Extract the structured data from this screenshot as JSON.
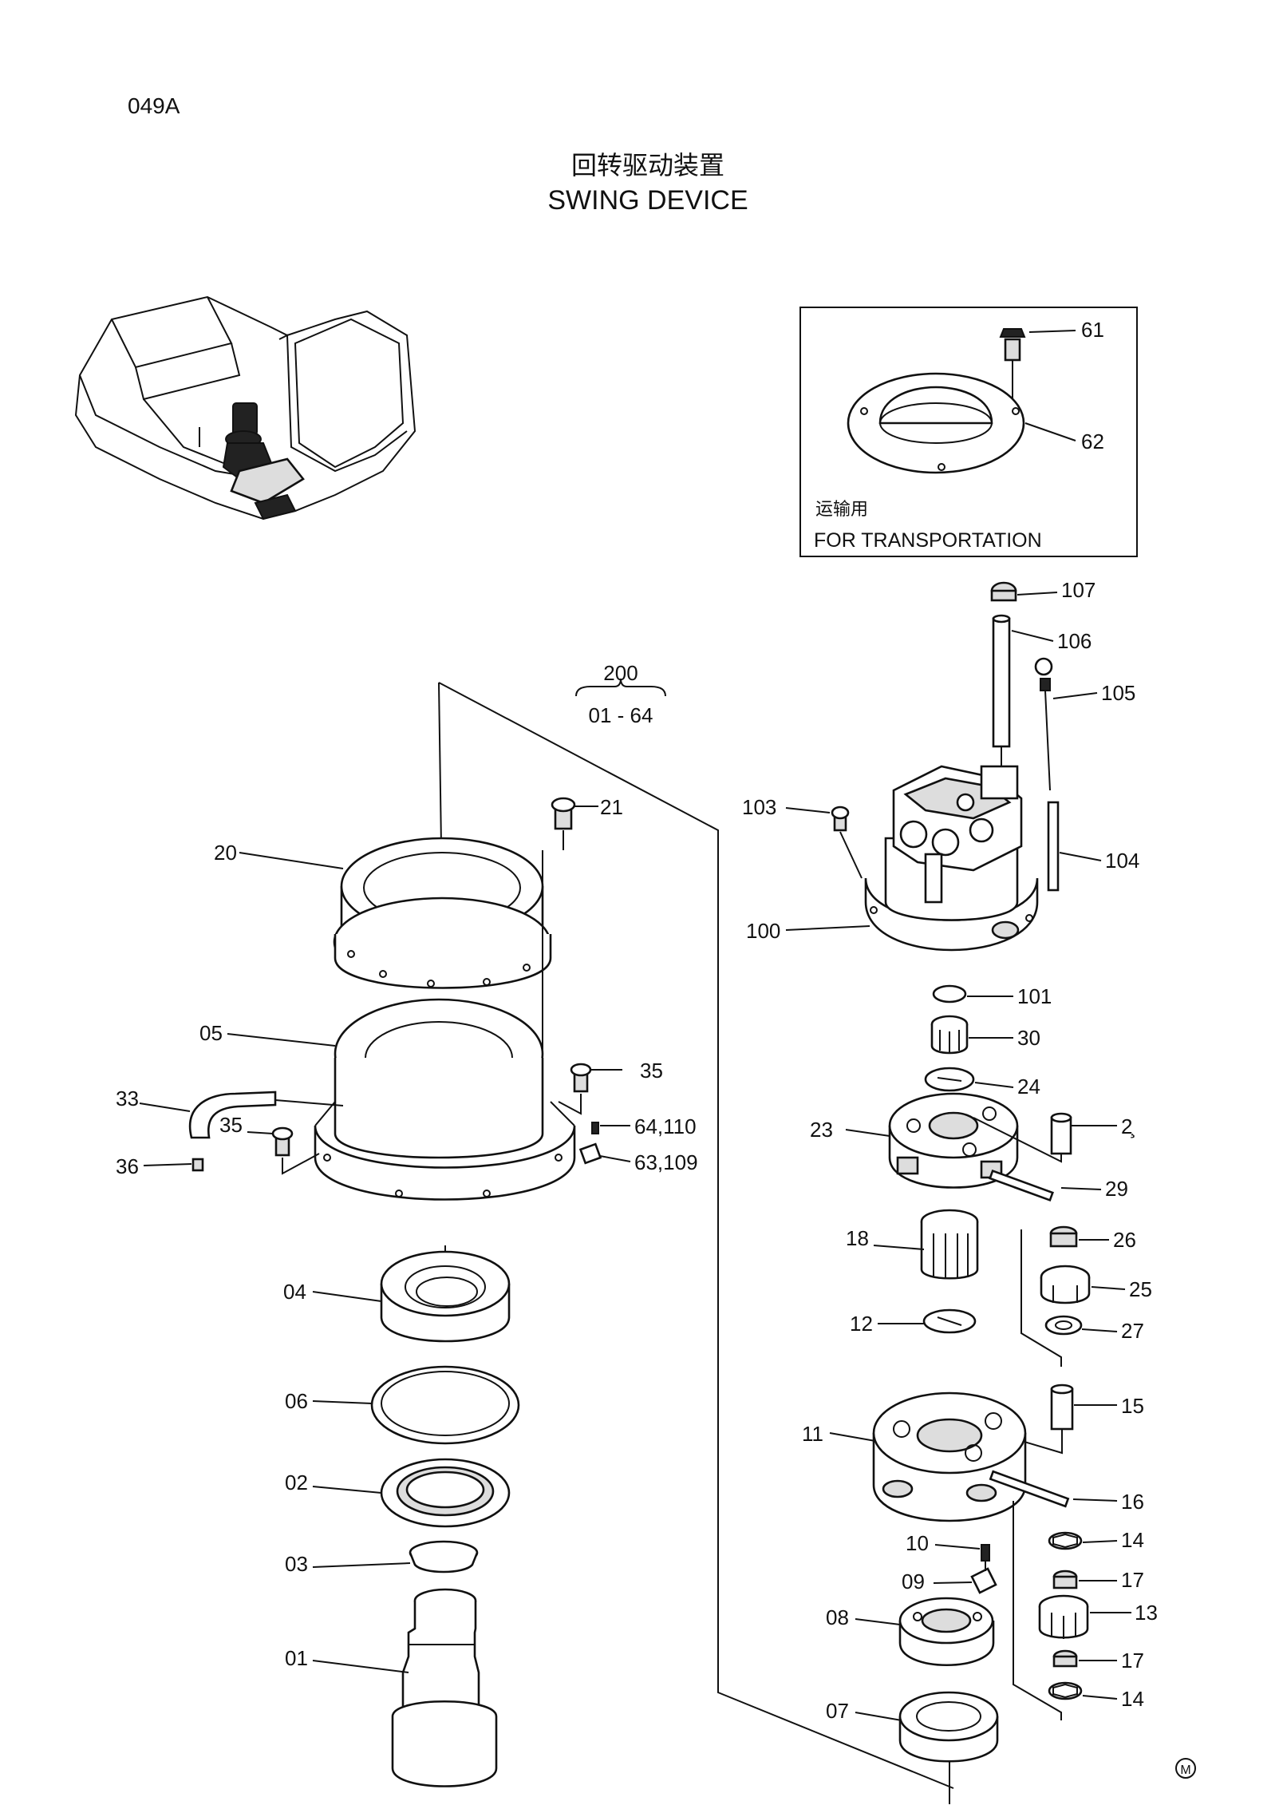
{
  "header": {
    "page_code": "049A",
    "title_cn": "回转驱动装置",
    "title_en": "SWING DEVICE",
    "mark": "M"
  },
  "inset": {
    "note_cn": "运输用",
    "note_en": "FOR TRANSPORTATION"
  },
  "assembly": {
    "number": "200",
    "range": "01 - 64"
  },
  "callouts": {
    "c61": "61",
    "c62": "62",
    "c107": "107",
    "c106": "106",
    "c105": "105",
    "c103": "103",
    "c104": "104",
    "c100": "100",
    "c101": "101",
    "c21": "21",
    "c20": "20",
    "c05": "05",
    "c35a": "35",
    "c33": "33",
    "c35b": "35",
    "c64110": "64,110",
    "c63109": "63,109",
    "c36": "36",
    "c30": "30",
    "c24": "24",
    "c23": "23",
    "c28": "2̧",
    "c29": "29",
    "c26": "26",
    "c18": "18",
    "c25": "25",
    "c12": "12",
    "c27": "27",
    "c04": "04",
    "c06": "06",
    "c02": "02",
    "c03": "03",
    "c01": "01",
    "c15": "15",
    "c11": "11",
    "c16": "16",
    "c14a": "14",
    "c10": "10",
    "c09": "09",
    "c17a": "17",
    "c08": "08",
    "c13": "13",
    "c17b": "17",
    "c07": "07",
    "c14b": "14"
  }
}
